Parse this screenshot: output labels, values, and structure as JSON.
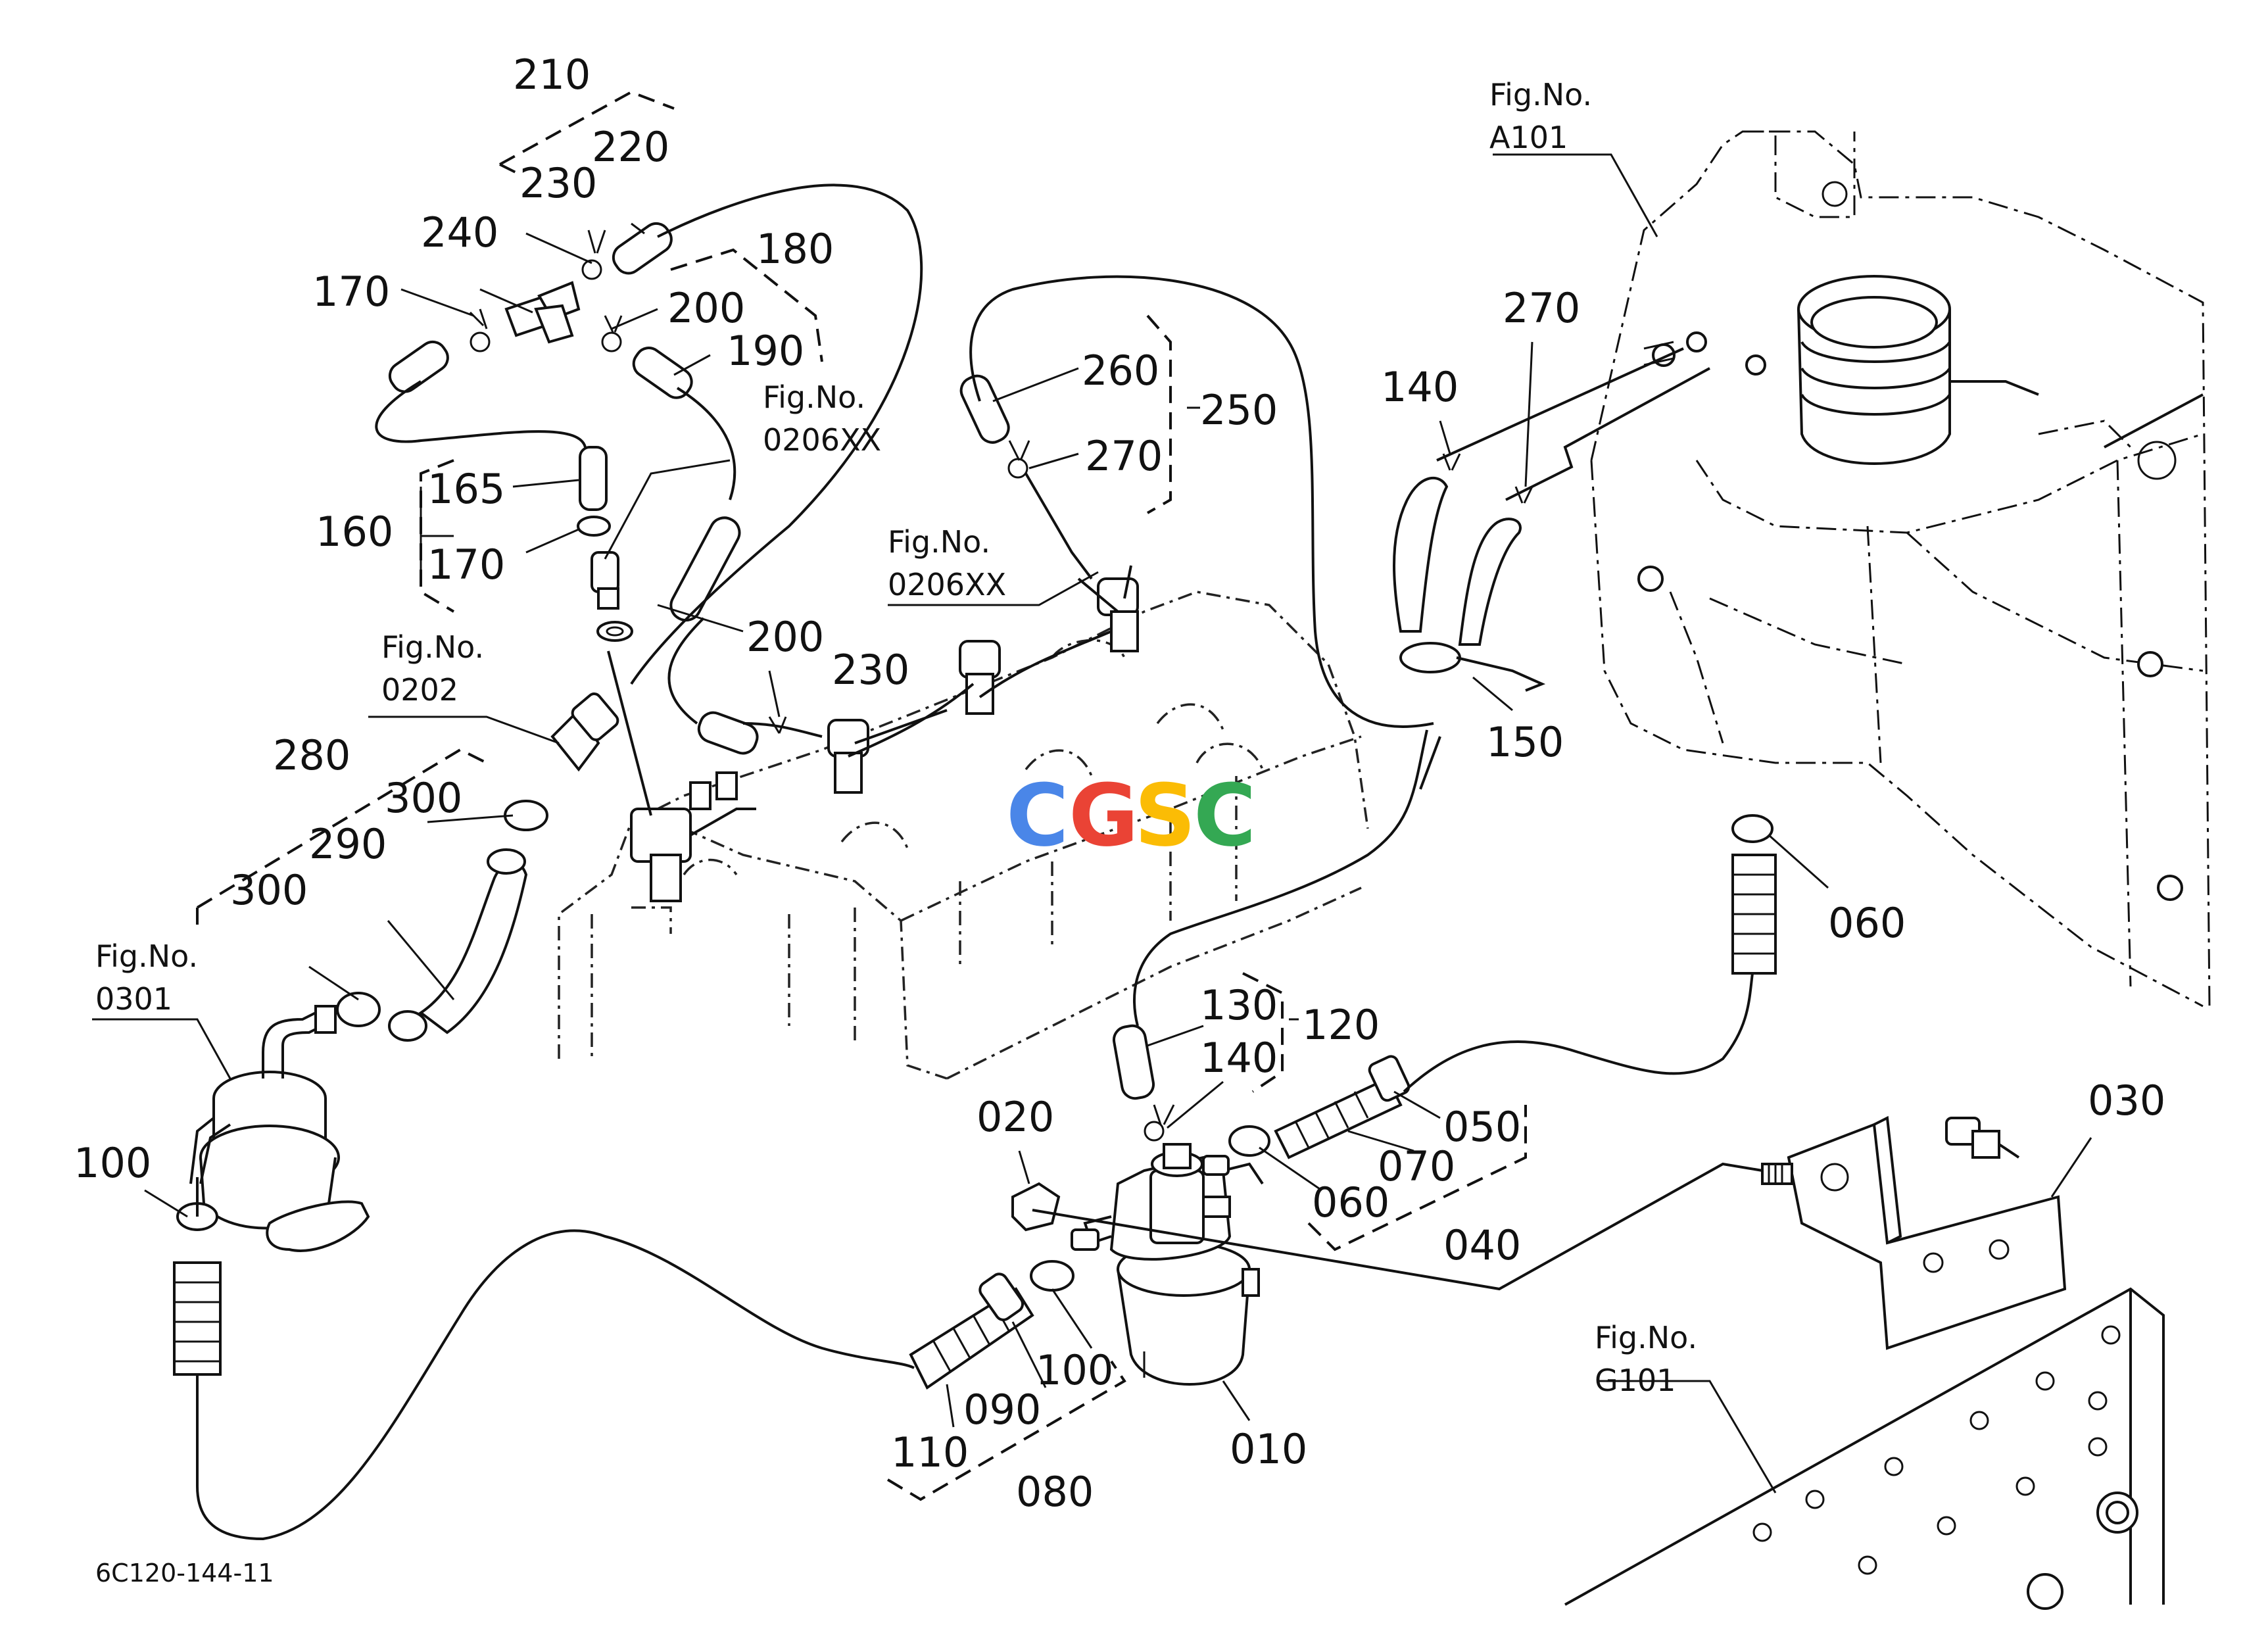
{
  "diagram_code": "6C120-144-11",
  "watermark": {
    "letters": [
      "C",
      "G",
      "S",
      "C"
    ],
    "colors": [
      "#4a86e8",
      "#ea4335",
      "#fbbc05",
      "#34a853"
    ]
  },
  "fig_refs": {
    "a101": [
      "Fig.No.",
      "A101"
    ],
    "f0206_top": [
      "Fig.No.",
      "0206XX"
    ],
    "f0206_mid": [
      "Fig.No.",
      "0206XX"
    ],
    "f0202": [
      "Fig.No.",
      "0202"
    ],
    "f0301": [
      "Fig.No.",
      "0301"
    ],
    "g101": [
      "Fig.No.",
      "G101"
    ]
  },
  "labels": {
    "p210": "210",
    "p220": "220",
    "p230a": "230",
    "p240": "240",
    "p170a": "170",
    "p180": "180",
    "p200a": "200",
    "p190": "190",
    "p165": "165",
    "p160": "160",
    "p170b": "170",
    "p200b": "200",
    "p230b": "230",
    "p280": "280",
    "p300a": "300",
    "p290": "290",
    "p300b": "300",
    "p100a": "100",
    "p260": "260",
    "p250": "250",
    "p270a": "270",
    "p140a": "140",
    "p270b": "270",
    "p150": "150",
    "p060a": "060",
    "p130": "130",
    "p120": "120",
    "p140b": "140",
    "p050": "050",
    "p070": "070",
    "p060b": "060",
    "p040": "040",
    "p020": "020",
    "p030": "030",
    "p010": "010",
    "p110": "110",
    "p090": "090",
    "p100b": "100",
    "p080": "080"
  }
}
